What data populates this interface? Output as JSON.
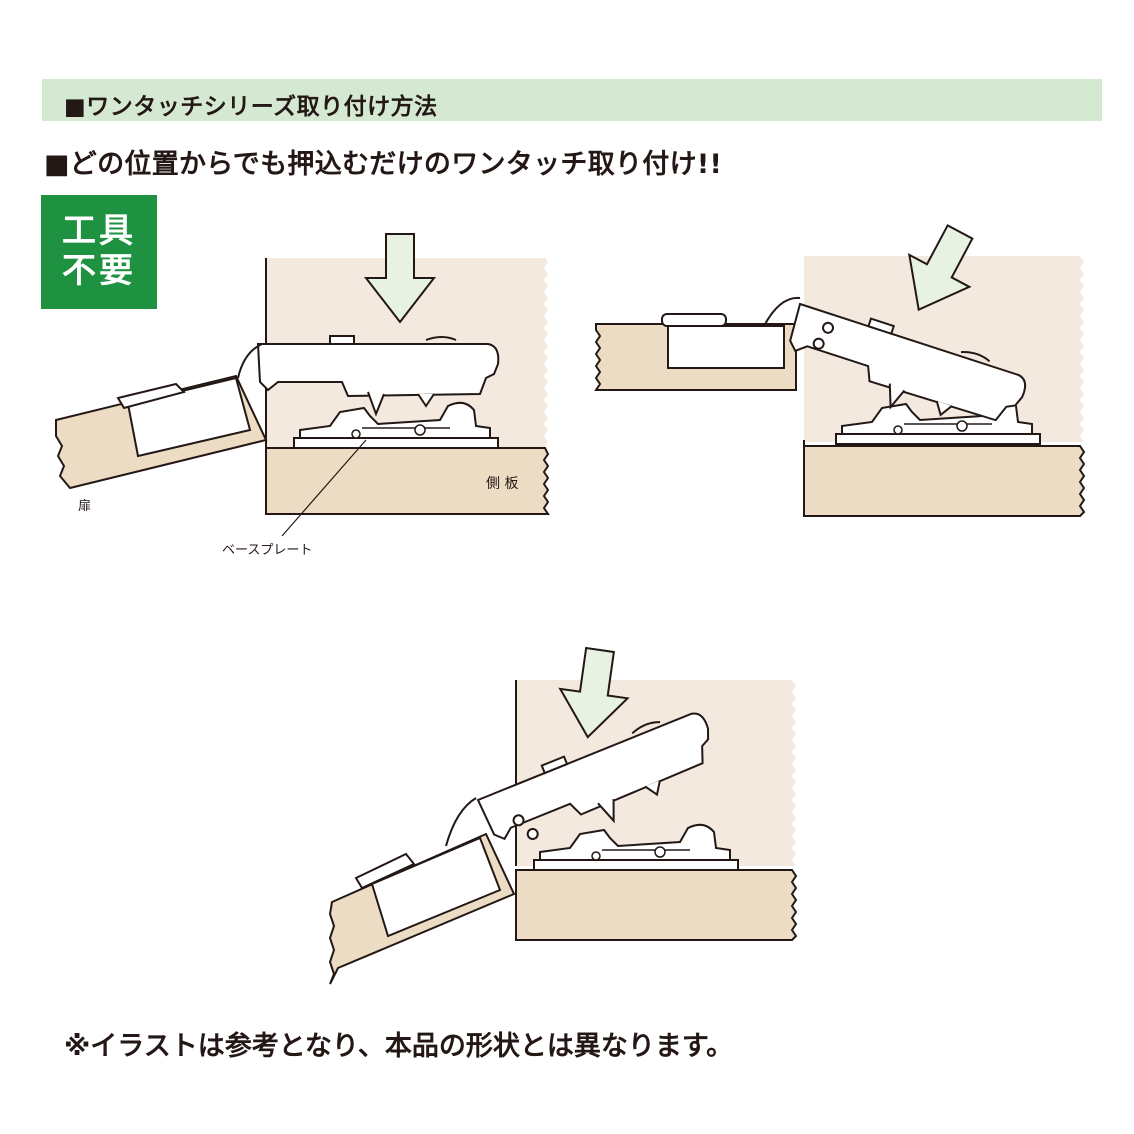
{
  "header": {
    "title": "■ワンタッチシリーズ取り付け方法"
  },
  "subtitle": "■どの位置からでも押込むだけのワンタッチ取り付け!!",
  "badge": {
    "line1": "工具",
    "line2": "不要"
  },
  "labels": {
    "door": "扉",
    "side_panel": "側 板",
    "base_plate": "ベースプレート"
  },
  "note": "※イラストは参考となり、本品の形状とは異なります。",
  "colors": {
    "header_bg": "#d5e8d1",
    "badge_bg": "#1e9240",
    "panel_light": "#f4e9de",
    "wood": "#ecdcc3",
    "arrow_fill": "#e7f2e2",
    "line": "#231815"
  }
}
